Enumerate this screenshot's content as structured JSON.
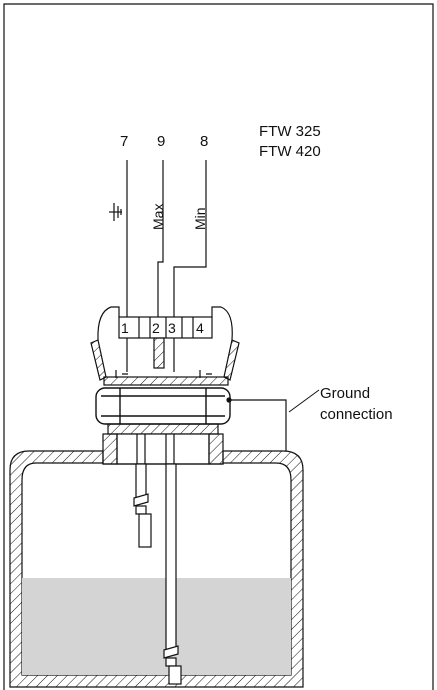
{
  "models": {
    "line1": "FTW 325",
    "line2": "FTW 420"
  },
  "wires": [
    {
      "number": "7",
      "signal": "",
      "symbol": "ground-symbol"
    },
    {
      "number": "9",
      "signal": "Max"
    },
    {
      "number": "8",
      "signal": "Min"
    }
  ],
  "terminals": [
    "1",
    "2",
    "3",
    "4"
  ],
  "ground_label": {
    "line1": "Ground",
    "line2": "connection"
  },
  "colors": {
    "line": "#111111",
    "liquid": "#d4d4d4",
    "background": "#ffffff"
  }
}
